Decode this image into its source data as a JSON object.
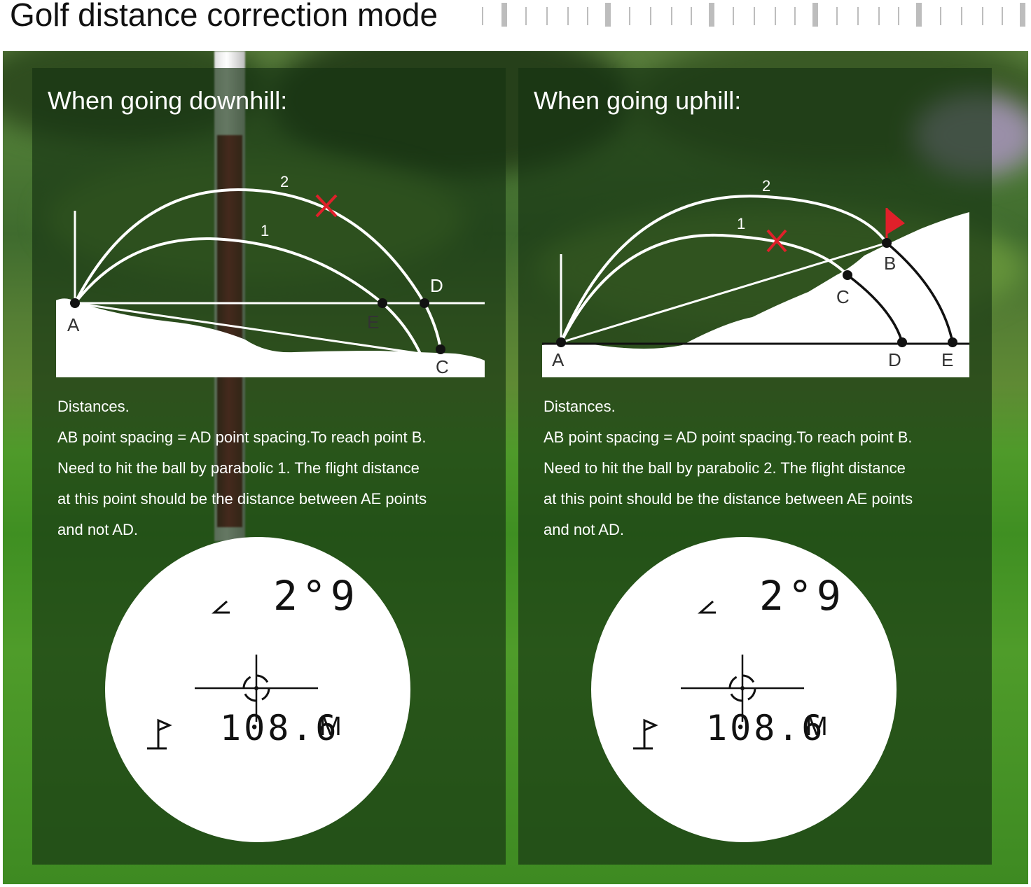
{
  "page_title": "Golf distance correction mode",
  "colors": {
    "marker_red": "#e0202a",
    "panel_overlay": "#163212",
    "line_white": "#ffffff",
    "line_dark": "#111111"
  },
  "panels": [
    {
      "id": "downhill",
      "title": "When going downhill:",
      "labels": {
        "curve_2": "2",
        "curve_1": "1",
        "A": "A",
        "C": "C",
        "D": "D",
        "E": "E"
      },
      "text_lines": [
        "Distances.",
        "AB point spacing = AD point spacing.To reach point B.",
        "Need to hit the ball by parabolic 1. The flight distance",
        "at this point should be the distance between AE points",
        "and not AD."
      ],
      "display": {
        "angle_icon": "angle-icon",
        "angle": "2°9",
        "flag_icon": "flag-icon",
        "distance": "108.6",
        "unit": "M"
      }
    },
    {
      "id": "uphill",
      "title": "When going uphill:",
      "labels": {
        "curve_2": "2",
        "curve_1": "1",
        "A": "A",
        "B": "B",
        "C": "C",
        "D": "D",
        "E": "E"
      },
      "text_lines": [
        "Distances.",
        "AB point spacing = AD point spacing.To reach point B.",
        "Need to hit the ball by parabolic 2. The flight distance",
        "at this point should be the distance between AE points",
        "and not AD."
      ],
      "display": {
        "angle_icon": "angle-icon",
        "angle": "2°9",
        "flag_icon": "flag-icon",
        "distance": "108.6",
        "unit": "M"
      }
    }
  ]
}
